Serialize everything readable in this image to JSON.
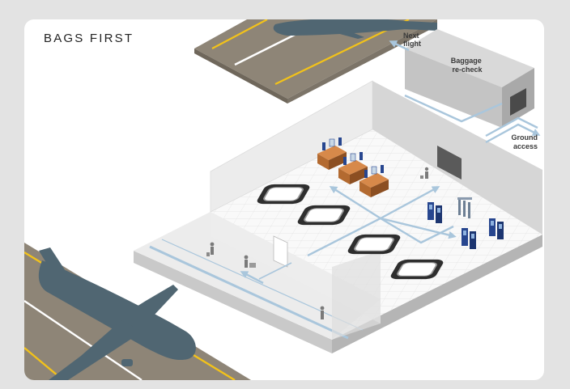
{
  "title": "BAGS FIRST",
  "labels": {
    "next_flight": [
      "Next",
      "flight"
    ],
    "baggage_recheck": [
      "Baggage",
      "re-check"
    ],
    "ground_access": [
      "Ground",
      "access"
    ]
  },
  "colors": {
    "page_background": "#e3e3e3",
    "card": "#ffffff",
    "runway": "#8e8577",
    "runway_stripe": "#f2c21a",
    "aircraft": "#506672",
    "wall": "#e6e6e6",
    "floor": "#f9f9f9",
    "flow_arrow": "#a9c6dc",
    "counter_wood": "#c47a3a",
    "kiosk_blue": "#27468f"
  },
  "icons": [
    "airplane-icon",
    "baggage-carousel-icon",
    "check-in-desk-icon",
    "self-service-kiosk-icon",
    "passenger-icon",
    "flow-arrow-icon"
  ]
}
